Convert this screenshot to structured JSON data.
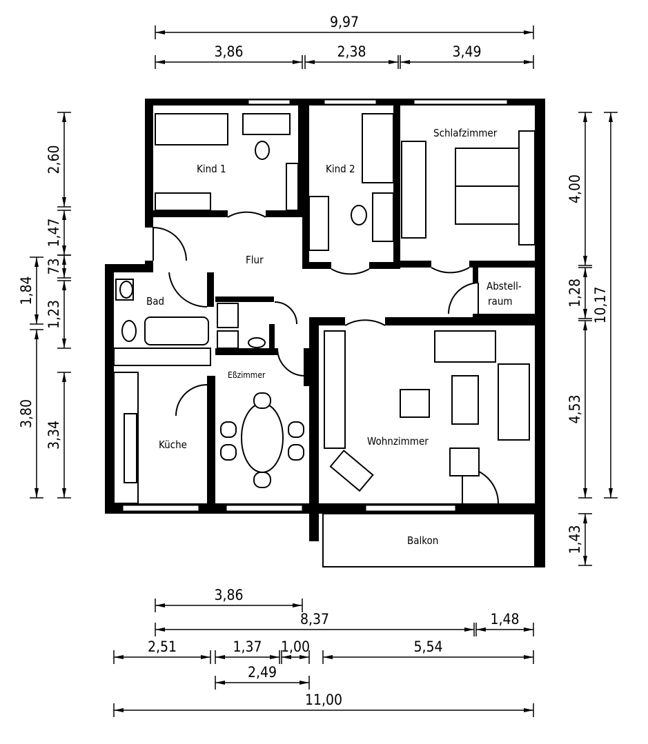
{
  "rooms": {
    "kind1": "Kind 1",
    "kind2": "Kind 2",
    "schlafzimmer": "Schlafzimmer",
    "flur": "Flur",
    "abstell_1": "Abstell-",
    "abstell_2": "raum",
    "bad": "Bad",
    "esszimmer": "Eßzimmer",
    "kueche": "Küche",
    "wohnzimmer": "Wohnzimmer",
    "balkon": "Balkon"
  },
  "dimensions": {
    "top": [
      "9,97",
      "3,86",
      "2,38",
      "3,49"
    ],
    "right": [
      "4,00",
      "1,28",
      "4,53",
      "10,17",
      "1,43"
    ],
    "left_inner": [
      "2,60",
      "1,47",
      "73",
      "1,23",
      "3,34"
    ],
    "left_outer": [
      "1,84",
      "3,80"
    ],
    "bottom": [
      "3,86",
      "8,37",
      "1,48",
      "2,51",
      "1,37",
      "1,00",
      "5,54",
      "2,49",
      "11,00"
    ]
  }
}
